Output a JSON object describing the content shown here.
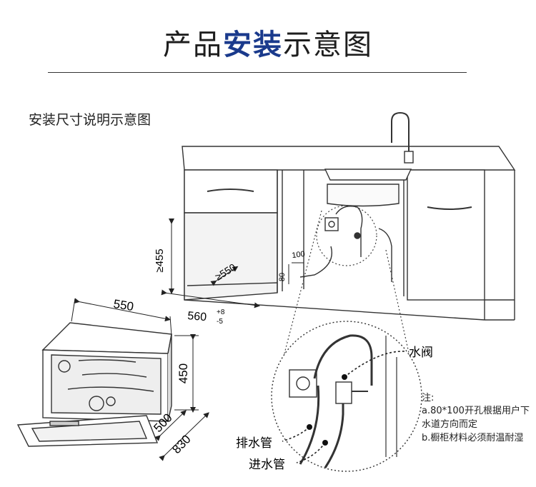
{
  "header": {
    "title_part1": "产品",
    "title_accent": "安装",
    "title_part2": "示意图"
  },
  "subtitle": "安装尺寸说明示意图",
  "cabinet_dims": {
    "height_min": "≥455",
    "depth_min": "≥550",
    "opening_100": "100",
    "opening_80": "80",
    "width_base": "560",
    "width_tol_plus": "+8",
    "width_tol_minus": "-5"
  },
  "appliance_dims": {
    "width": "550",
    "height": "450",
    "depth": "500",
    "depth_open": "830"
  },
  "callouts": {
    "valve": "水阀",
    "drain": "排水管",
    "inlet": "进水管"
  },
  "notes": {
    "title": "注:",
    "line_a": "a.80*100开孔根据用户下水道方向而定",
    "line_b": "b.橱柜材料必须耐温耐湿"
  }
}
